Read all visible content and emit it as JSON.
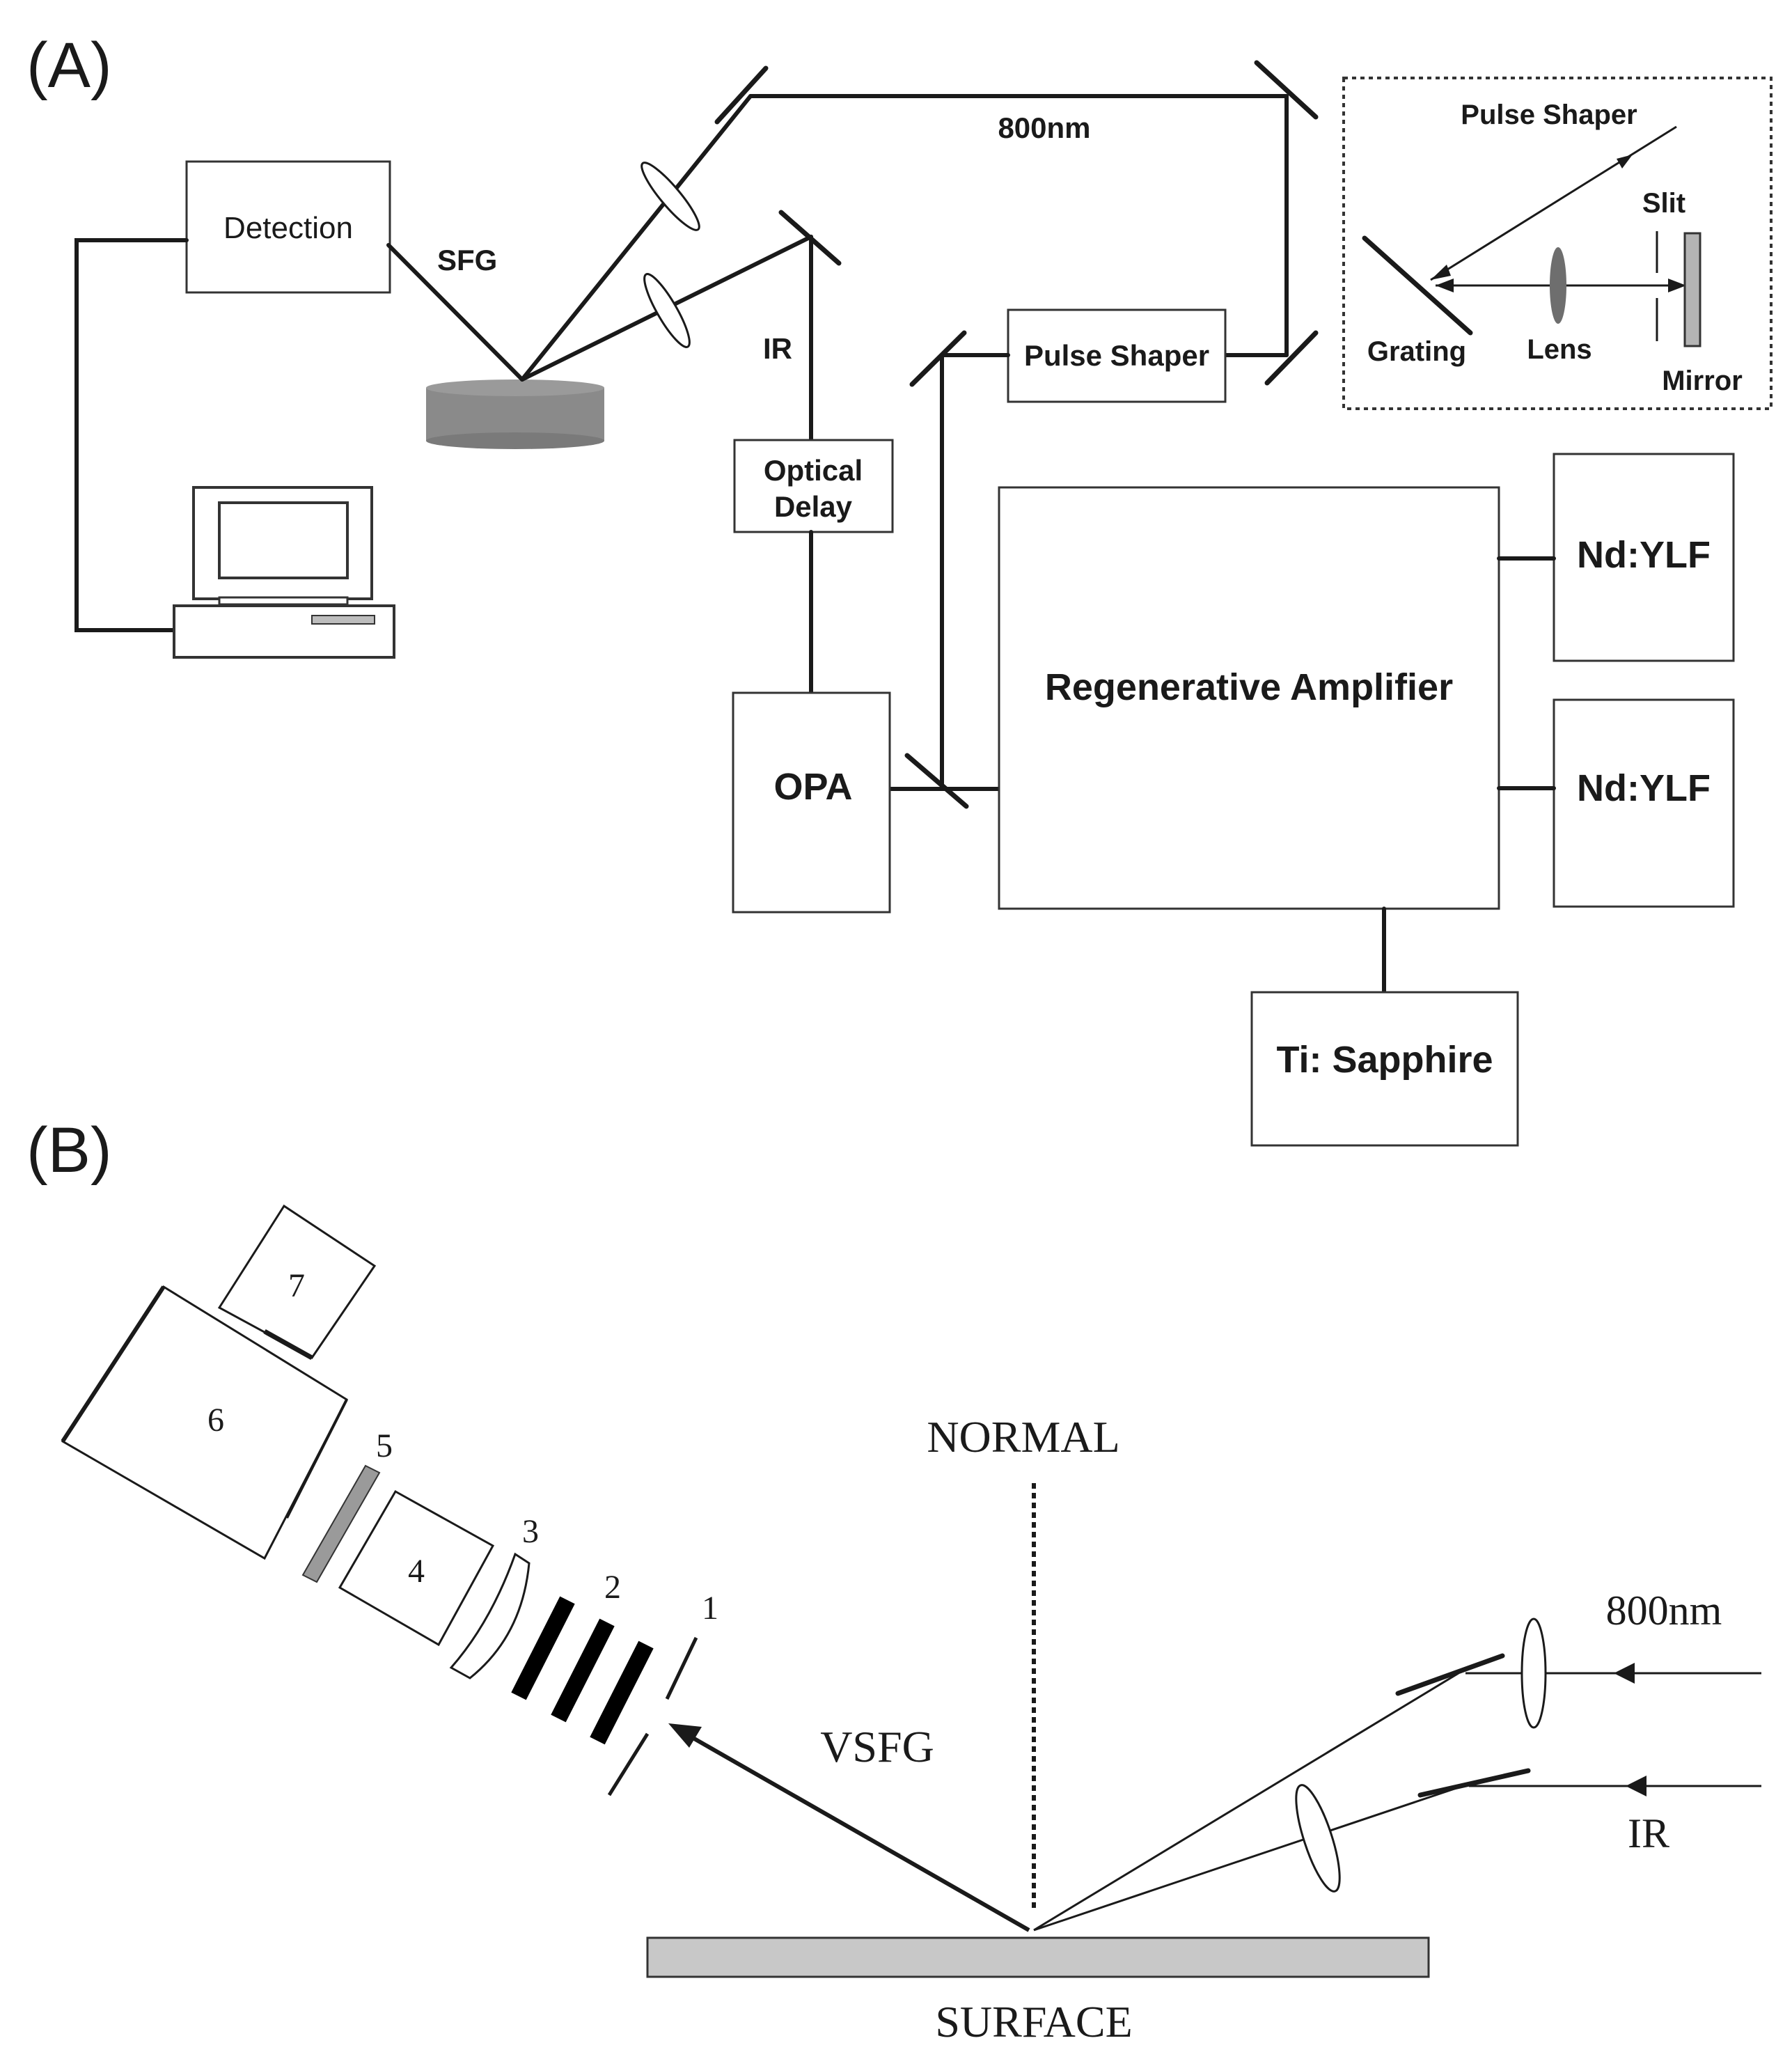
{
  "panel_a": {
    "label": "(A)",
    "detection": "Detection",
    "sfg": "SFG",
    "beam_800": "800nm",
    "ir": "IR",
    "pulse_shaper": "Pulse Shaper",
    "optical_delay_line1": "Optical",
    "optical_delay_line2": "Delay",
    "opa": "OPA",
    "regen_amp": "Regenerative Amplifier",
    "ndylf_1": "Nd:YLF",
    "ndylf_2": "Nd:YLF",
    "ti_sapphire": "Ti: Sapphire",
    "inset": {
      "title": "Pulse Shaper",
      "slit": "Slit",
      "grating": "Grating",
      "lens": "Lens",
      "mirror": "Mirror"
    }
  },
  "panel_b": {
    "label": "(B)",
    "normal": "NORMAL",
    "surface": "SURFACE",
    "vsfg": "VSFG",
    "beam_800": "800nm",
    "ir": "IR",
    "components": [
      "1",
      "2",
      "3",
      "4",
      "5",
      "6",
      "7"
    ]
  },
  "colors": {
    "line": "#1a1a1a",
    "sample_fill": "#8a8a8a",
    "surface_fill": "#c8c8c8",
    "filter_fill": "#9a9a9a"
  }
}
